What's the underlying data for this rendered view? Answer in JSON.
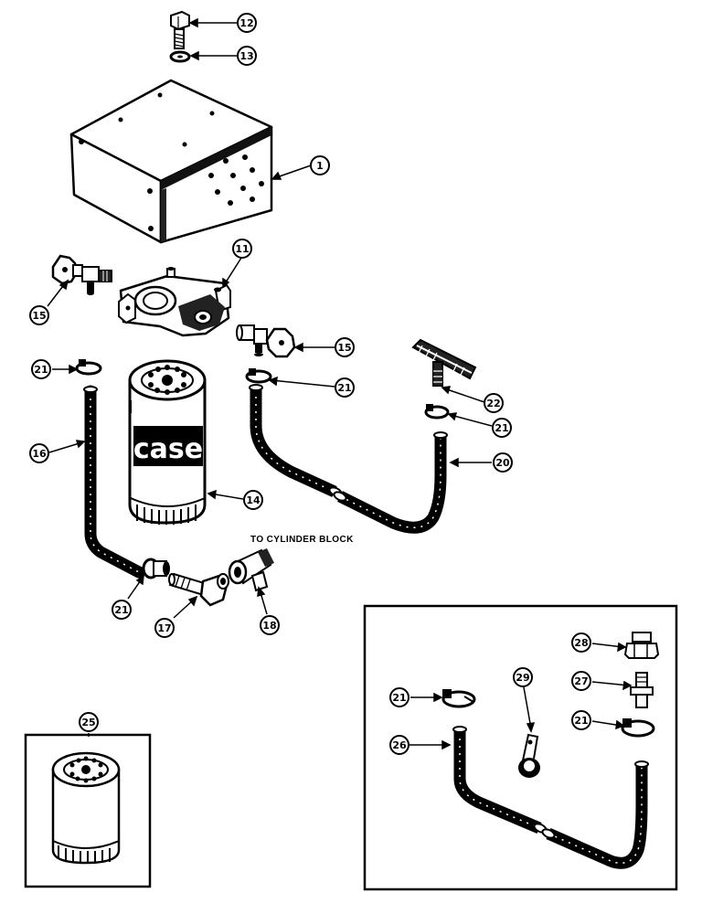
{
  "callouts": {
    "c12": "12",
    "c13": "13",
    "c1": "1",
    "c11": "11",
    "c15a": "15",
    "c15b": "15",
    "c21a": "21",
    "c21b": "21",
    "c21c": "21",
    "c21d": "21",
    "c21e": "21",
    "c21f": "21",
    "c22": "22",
    "c16": "16",
    "c20": "20",
    "c14": "14",
    "c17": "17",
    "c18": "18",
    "c25": "25",
    "c26": "26",
    "c27": "27",
    "c28": "28",
    "c29": "29"
  },
  "note": "TO CYLINDER BLOCK",
  "filter_brand": "case"
}
